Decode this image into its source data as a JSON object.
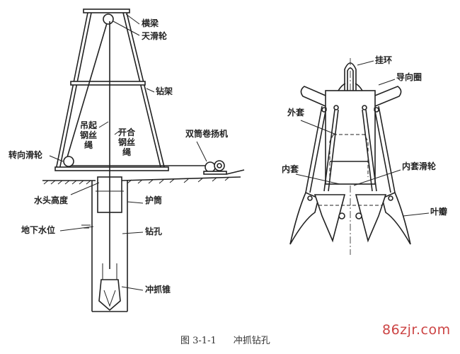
{
  "left_figure": {
    "labels": {
      "crossbeam": "横梁",
      "crown_pulley": "天滑轮",
      "drill_frame": "钻架",
      "hoist_rope": "吊起钢丝绳",
      "open_close_rope": "开合钢丝绳",
      "double_drum_winch": "双筒卷扬机",
      "turning_pulley": "转向滑轮",
      "water_head": "水头高度",
      "casing": "护筒",
      "groundwater_level": "地下水位",
      "borehole": "钻孔",
      "grab_cone": "冲抓锥"
    }
  },
  "right_figure": {
    "labels": {
      "shackle": "挂环",
      "guide_ring": "导向圈",
      "outer_sleeve": "外套",
      "inner_sleeve": "内套",
      "inner_sleeve_pulley": "内套滑轮",
      "blade": "叶瓣"
    }
  },
  "caption": {
    "number": "图 3-1-1",
    "title": "冲抓钻孔"
  },
  "watermark": "86zjr.com"
}
